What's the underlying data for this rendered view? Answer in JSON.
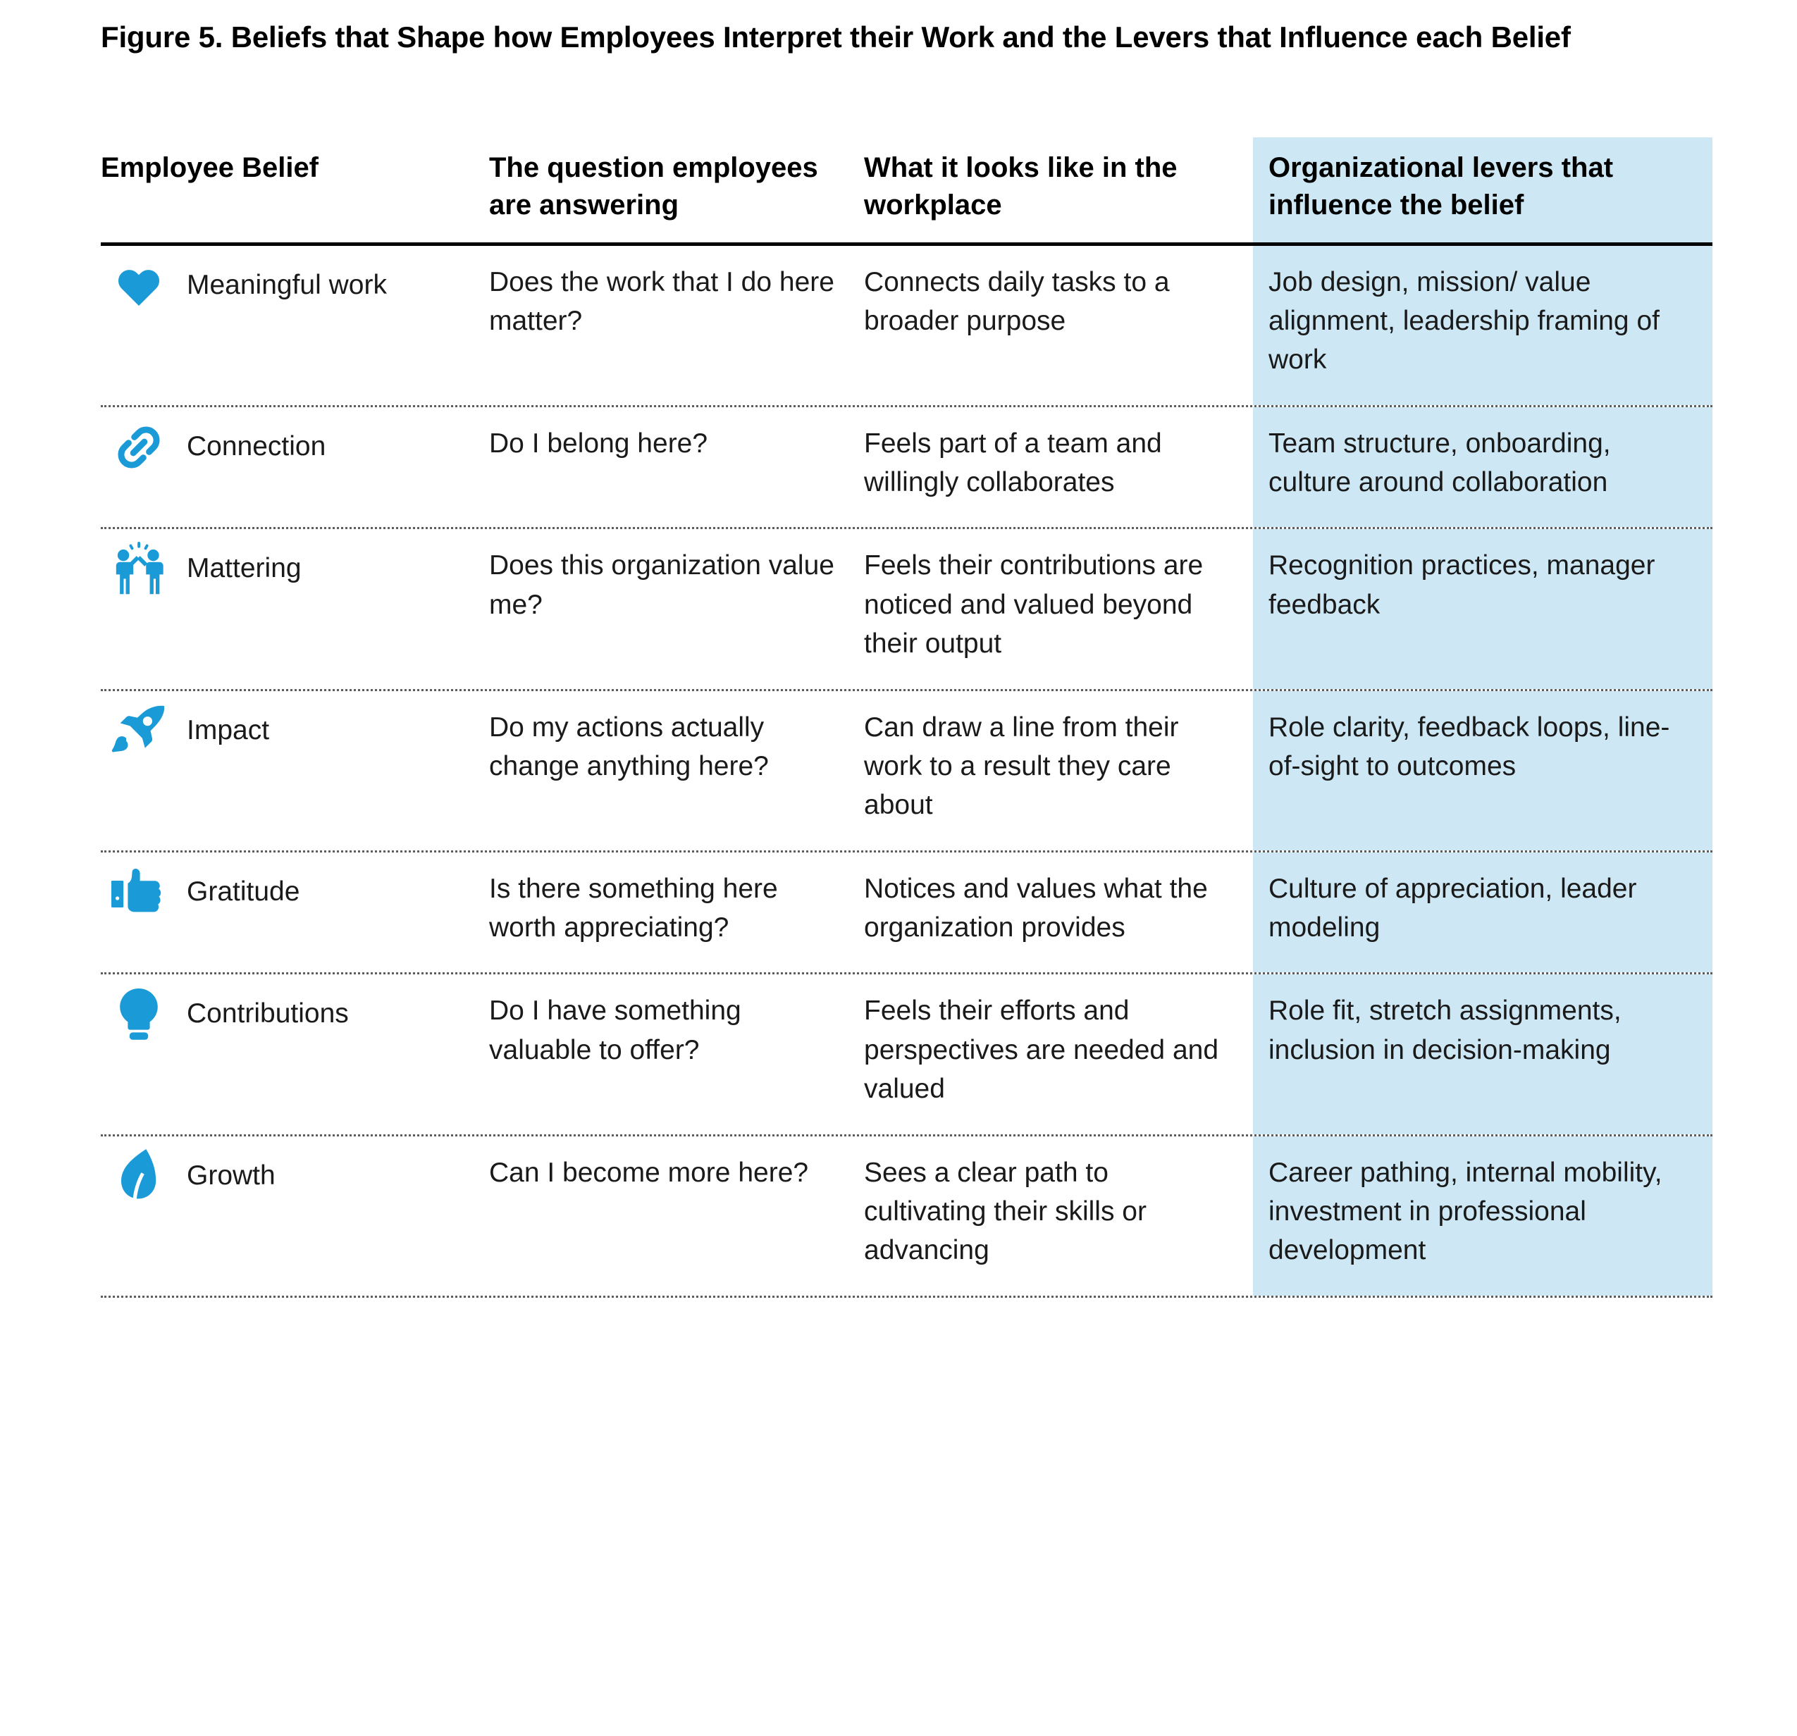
{
  "figure": {
    "title": "Figure 5. Beliefs that Shape how Employees Interpret their Work and the Levers that Influence each Belief"
  },
  "colors": {
    "icon_blue": "#1a9bd7",
    "column_highlight": "#cde8f4",
    "text": "#1a1a1a",
    "rule": "#000000"
  },
  "table": {
    "headers": [
      "Employee Belief",
      "The question employees are answering",
      "What it looks like in the workplace",
      "Organizational levers that influence the belief"
    ],
    "rows": [
      {
        "icon": "heart-icon",
        "belief": "Meaningful work",
        "question": "Does the work that I do here matter?",
        "workplace": "Connects daily tasks to a broader purpose",
        "levers": "Job design, mission/ value alignment, leadership framing of work"
      },
      {
        "icon": "chain-link-icon",
        "belief": "Connection",
        "question": "Do I belong here?",
        "workplace": "Feels part of a team and willingly collaborates",
        "levers": "Team structure, onboarding, culture around collaboration"
      },
      {
        "icon": "high-five-people-icon",
        "belief": "Mattering",
        "question": "Does this organization value me?",
        "workplace": "Feels their contributions are noticed and valued beyond their output",
        "levers": "Recognition practices, manager feedback"
      },
      {
        "icon": "rocket-icon",
        "belief": "Impact",
        "question": "Do my actions actually change anything here?",
        "workplace": "Can draw a line from their work to a result they care about",
        "levers": "Role clarity, feedback loops, line-of-sight to outcomes"
      },
      {
        "icon": "thumbs-up-icon",
        "belief": "Gratitude",
        "question": "Is there something here worth appreciating?",
        "workplace": "Notices and values what the organization provides",
        "levers": "Culture of appreciation, leader modeling"
      },
      {
        "icon": "lightbulb-icon",
        "belief": "Contributions",
        "question": "Do I have something valuable to offer?",
        "workplace": "Feels their efforts and perspectives are needed and valued",
        "levers": "Role fit, stretch assignments, inclusion in decision-making"
      },
      {
        "icon": "leaf-growth-icon",
        "belief": "Growth",
        "question": "Can I become more here?",
        "workplace": "Sees a clear path to cultivating their skills or advancing",
        "levers": "Career pathing, internal mobility, investment in professional development"
      }
    ]
  }
}
